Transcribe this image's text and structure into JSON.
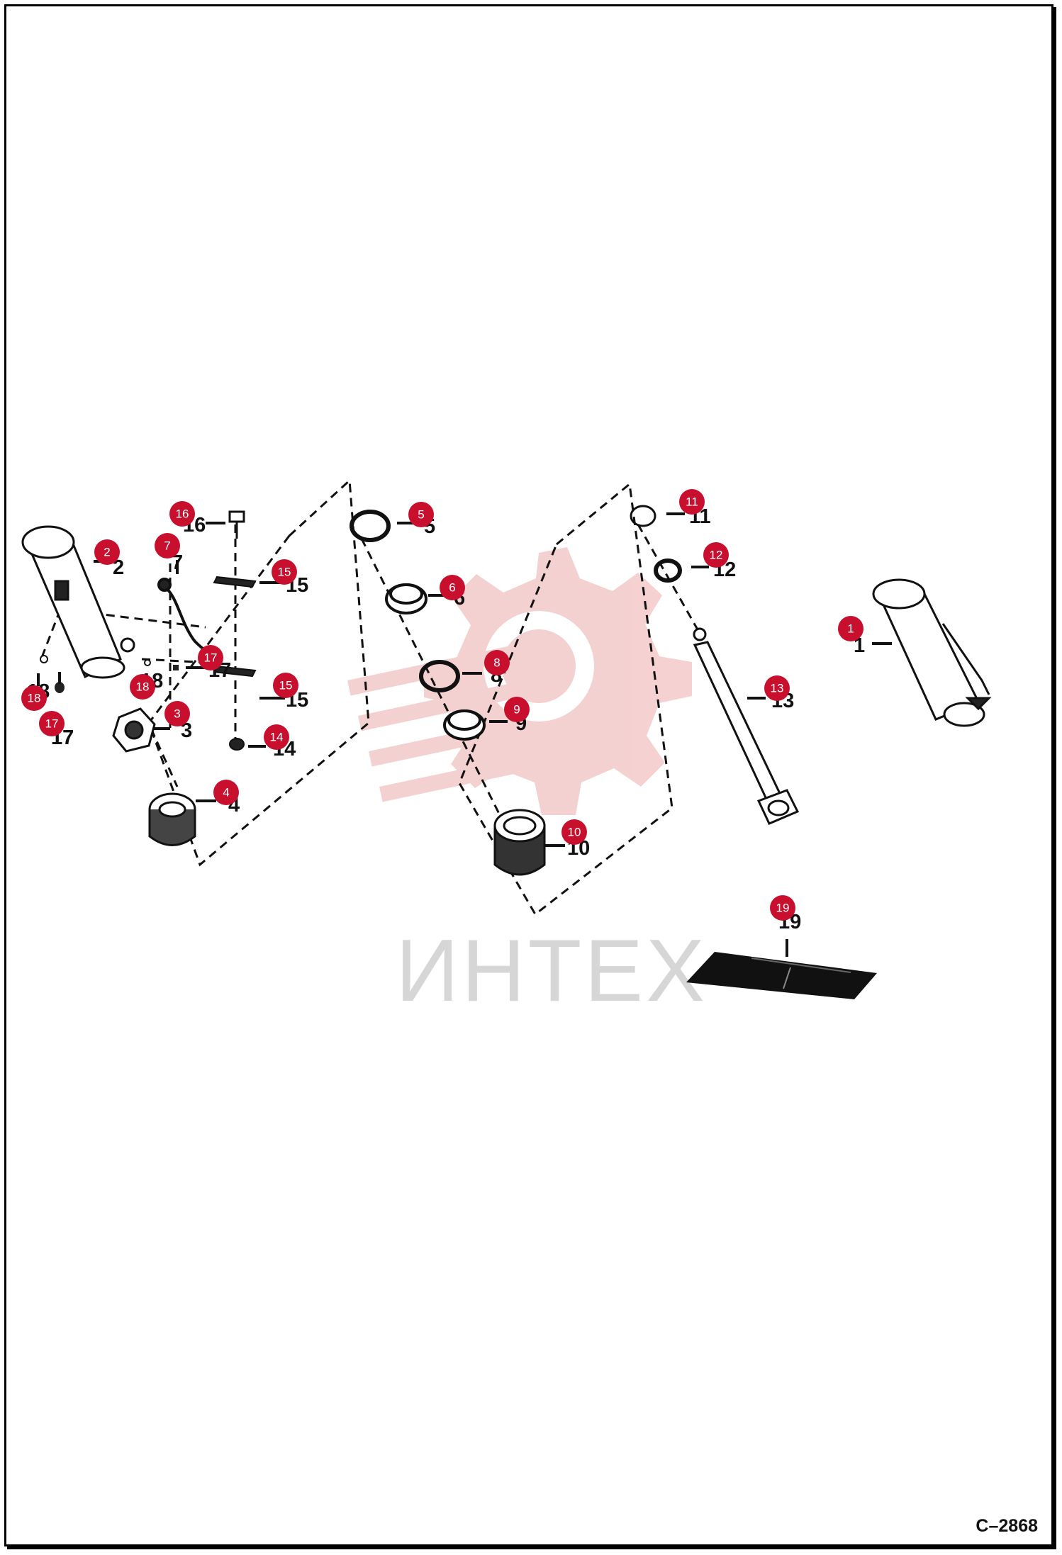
{
  "figure_code": "C–2868",
  "watermark": {
    "text": "ИНТЕХ",
    "icon": "gear-logo-icon",
    "color": "#f2c4c4",
    "text_color": "#d6d6d6"
  },
  "callout_color": "#c8102e",
  "callouts": [
    "1",
    "2",
    "3",
    "4",
    "5",
    "6",
    "7",
    "8",
    "9",
    "10",
    "11",
    "12",
    "13",
    "14",
    "15",
    "15",
    "16",
    "17",
    "17",
    "18",
    "18",
    "19"
  ],
  "part_numbers": [
    "1",
    "2",
    "3",
    "4",
    "5",
    "6",
    "7",
    "8",
    "9",
    "10",
    "11",
    "12",
    "13",
    "14",
    "15",
    "15",
    "16",
    "17",
    "17",
    "17",
    "18",
    "18",
    "19"
  ]
}
